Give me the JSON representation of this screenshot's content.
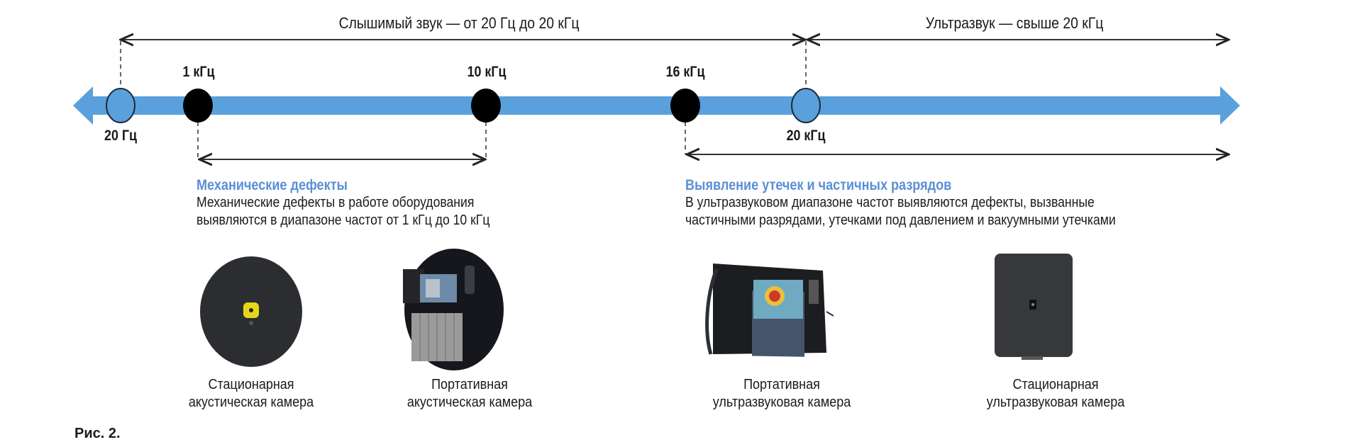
{
  "ranges": {
    "audible": "Слышимый звук — от 20 Гц до 20 кГц",
    "ultrasound": "Ультразвук — свыше 20 кГц"
  },
  "markers": {
    "hz20": "20 Гц",
    "khz1": "1 кГц",
    "khz10": "10 кГц",
    "khz16": "16 кГц",
    "khz20": "20 кГц"
  },
  "sections": {
    "mechanical": {
      "title": "Механические дефекты",
      "lines": [
        "Механические дефекты в работе оборудования",
        "выявляются в диапазоне частот от 1 кГц до 10 кГц"
      ]
    },
    "leaks": {
      "title": "Выявление утечек и частичных разрядов",
      "lines": [
        "В ультразвуковом диапазоне частот выявляются дефекты, вызванные",
        "частичными разрядами, утечками под давлением и вакуумными утечками"
      ]
    }
  },
  "devices": [
    {
      "line1": "Стационарная",
      "line2": "акустическая камера"
    },
    {
      "line1": "Портативная",
      "line2": "акустическая камера"
    },
    {
      "line1": "Портативная",
      "line2": "ультразвуковая камера"
    },
    {
      "line1": "Стационарная",
      "line2": "ультразвуковая камера"
    }
  ],
  "caption": "Рис. 2.",
  "colors": {
    "axis": "#5aa0dc",
    "title": "#5b8fd6",
    "marker": "#000000"
  }
}
